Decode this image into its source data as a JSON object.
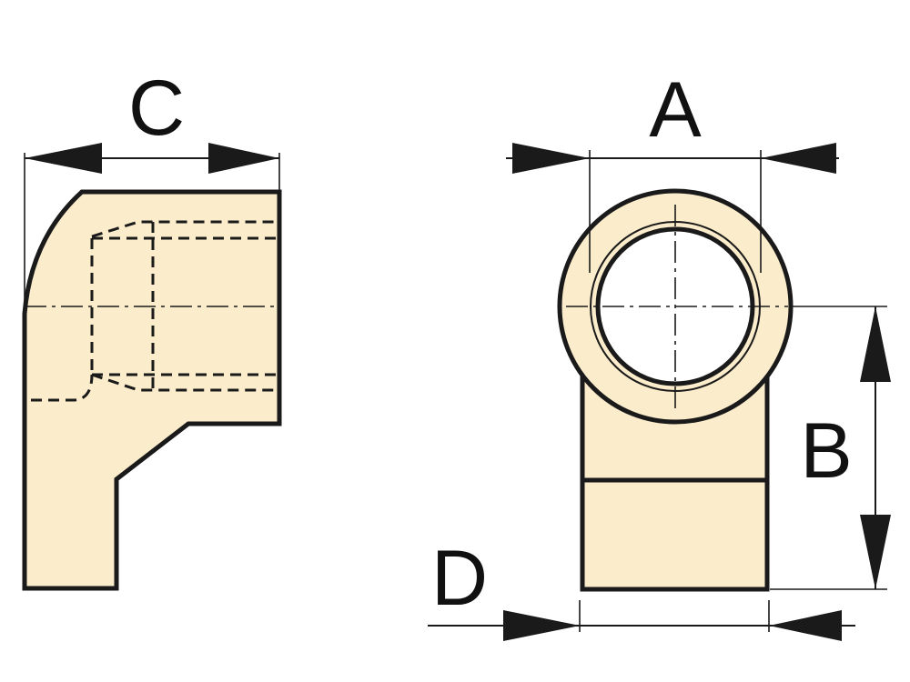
{
  "dimensions": {
    "a": "A",
    "b": "B",
    "c": "C",
    "d": "D"
  },
  "colors": {
    "part_fill": "#fbeccb",
    "outline": "#1a1a1a"
  }
}
